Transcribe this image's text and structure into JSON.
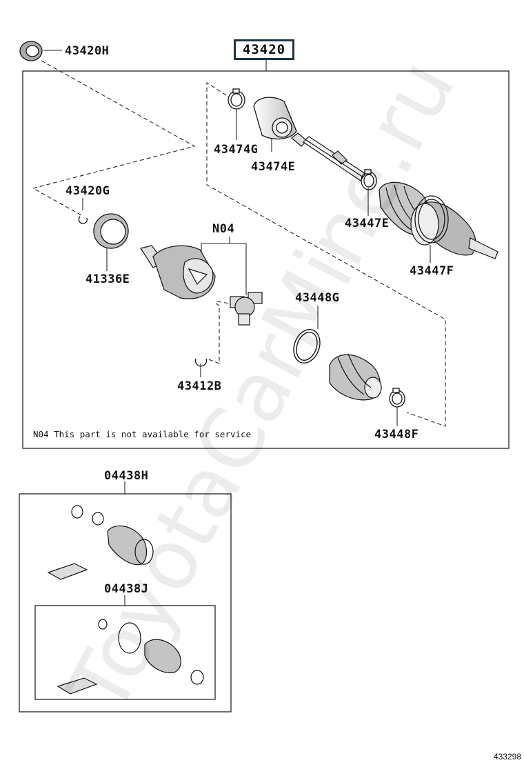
{
  "assembly_number": "43420",
  "figure_number": "433298",
  "watermark": "ToyotaCarMine.ru",
  "note_text": "N04 This part is not available for service",
  "labels": {
    "p43420H": "43420H",
    "p43474G": "43474G",
    "p43474E": "43474E",
    "p43447E": "43447E",
    "p43447F": "43447F",
    "p43420G": "43420G",
    "p41336E": "41336E",
    "n04": "N04",
    "p43448G": "43448G",
    "p43412B": "43412B",
    "p43448F": "43448F",
    "p04438H": "04438H",
    "p04438J": "04438J"
  }
}
